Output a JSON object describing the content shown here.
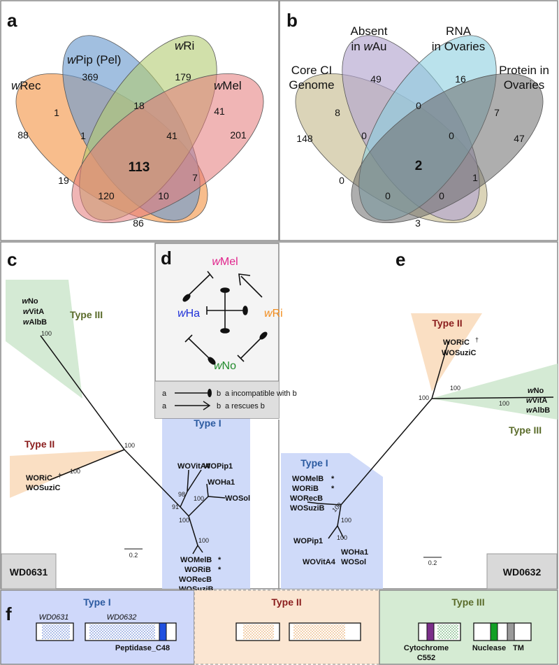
{
  "panels": {
    "a": {
      "label": "a",
      "sets": [
        {
          "prefix": "w",
          "name": "Rec",
          "color": "#f6a766"
        },
        {
          "prefix": "w",
          "name": "Pip (Pel)",
          "color": "#6f9ccf"
        },
        {
          "prefix": "w",
          "name": "Ri",
          "color": "#b3cc71"
        },
        {
          "prefix": "w",
          "name": "Mel",
          "color": "#e47878"
        }
      ],
      "counts": {
        "rec": "88",
        "pip": "369",
        "ri": "179",
        "mel": "201",
        "rec_pip": "1",
        "pip_ri": "18",
        "ri_mel": "41",
        "rec_ri": "19",
        "pip_mel": "7",
        "rec_mel": "86",
        "rec_pip_ri": "1",
        "pip_ri_mel": "41",
        "rec_ri_mel": "120",
        "rec_pip_mel": "10",
        "all": "113"
      }
    },
    "b": {
      "label": "b",
      "sets": [
        {
          "line1": "Core CI",
          "line2": "Genome",
          "color": "#d2c9a6"
        },
        {
          "line1": "Absent",
          "line2": "in wAu",
          "color": "#b3a6cf"
        },
        {
          "line1": "RNA",
          "line2": "in Ovaries",
          "color": "#8ccfe0"
        },
        {
          "line1": "Protein in",
          "line2": "Ovaries",
          "color": "#6b6b6b"
        }
      ],
      "counts": {
        "core": "148",
        "absent": "49",
        "rna": "16",
        "protein": "47",
        "core_absent": "8",
        "absent_rna": "0",
        "rna_protein": "7",
        "core_rna": "0",
        "absent_protein": "1",
        "core_protein": "3",
        "core_absent_rna": "0",
        "absent_rna_protein": "0",
        "core_rna_protein": "0",
        "core_absent_protein": "0",
        "all": "2"
      }
    },
    "c": {
      "label": "c",
      "gene": "WD0631",
      "type1": "Type I",
      "type2": "Type II",
      "type3": "Type III",
      "type3_leaves": [
        "wNo",
        "wVitA",
        "wAlbB"
      ],
      "type2_leaves": [
        "WORiC",
        "WOSuziC"
      ],
      "type1_leaves": [
        "WOVitA4",
        "WOPip1",
        "WOHa1",
        "WOSol",
        "WOMelB",
        "WORiB",
        "WORecB",
        "WOSuziB"
      ],
      "bootstraps": [
        "100",
        "100",
        "100",
        "91",
        "98",
        "100",
        "100",
        "100"
      ],
      "dagger": "†",
      "star": "*",
      "scale": "0.2"
    },
    "d": {
      "label": "d",
      "strains": [
        "wMel",
        "wRi",
        "wNo",
        "wHa"
      ],
      "legend_a": "a",
      "legend_b": "b",
      "legend_incompatible": "a incompatible with b",
      "legend_rescues": "a rescues b"
    },
    "e": {
      "label": "e",
      "gene": "WD0632",
      "type1": "Type I",
      "type2": "Type II",
      "type3": "Type III",
      "type2_leaves": [
        "WORiC",
        "WOSuziC"
      ],
      "type3_leaves": [
        "wNo",
        "wVitA",
        "wAlbB"
      ],
      "type1_leaves": [
        "WOMelB",
        "WORiB",
        "WORecB",
        "WOSuziB",
        "WOPip1",
        "WOVitA4",
        "WOHa1",
        "WOSol"
      ],
      "bootstraps": [
        "100",
        "100",
        "100",
        "100",
        "100",
        "100"
      ],
      "dagger": "†",
      "star": "*",
      "scale": "0.2"
    },
    "f": {
      "label": "f",
      "type1": "Type I",
      "type2": "Type II",
      "type3": "Type III",
      "gene1": "WD0631",
      "gene2": "WD0632",
      "peptidase": "Peptidase_C48",
      "cytochrome": "Cytochrome",
      "c552": "C552",
      "nuclease": "Nuclease",
      "tm": "TM"
    }
  },
  "colors": {
    "type1_text": "#2b5aa0",
    "type2_text": "#8a1c1c",
    "type3_text": "#5a6b2a",
    "type1_bg": "#cad6f8",
    "type2_bg": "#f9dcbd",
    "type3_bg": "#cde6cc",
    "wmel": "#e0248c",
    "wri": "#f28c1c",
    "wno": "#1f8a2a",
    "wha": "#1d2fd8"
  }
}
